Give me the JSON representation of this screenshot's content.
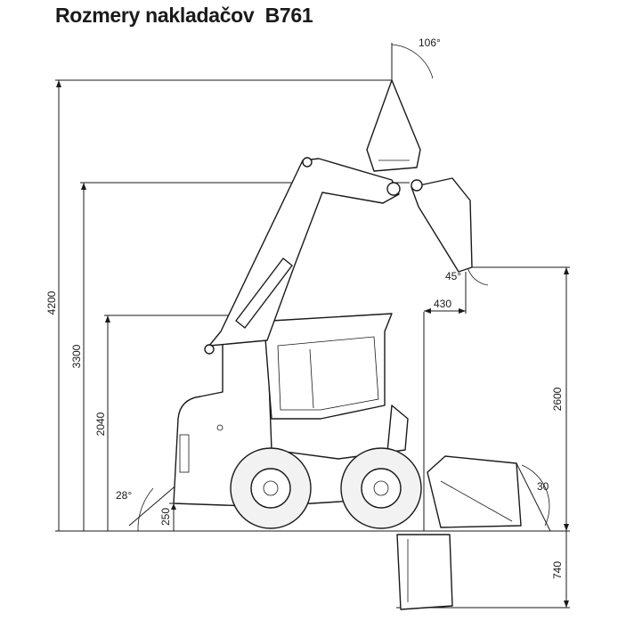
{
  "title": "Rozmery nakladačov  B761",
  "dimensions": {
    "angle_top": "106°",
    "angle_dump": "45°",
    "angle_rear": "28°",
    "angle_front": "30",
    "reach": "430",
    "height_total": "4200",
    "height_pin": "3300",
    "height_cab": "2040",
    "clearance": "250",
    "dump_height": "2600",
    "dig_depth": "740"
  }
}
